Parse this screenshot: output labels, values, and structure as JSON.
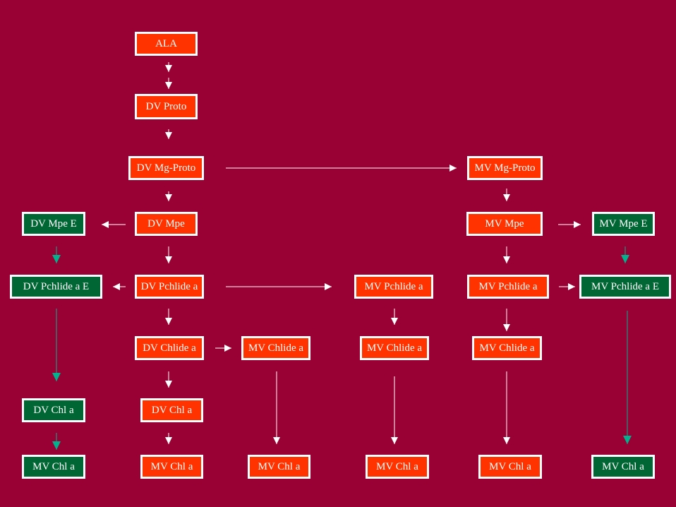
{
  "colors": {
    "background": "#990033",
    "orange_node": "#ff3300",
    "green_node": "#006633",
    "border": "#ffffff",
    "arrow_white": "#ffffff",
    "arrow_green": "#00b38f"
  },
  "nodes": {
    "ala": "ALA",
    "dv_proto": "DV Proto",
    "dv_mg_proto": "DV Mg-Proto",
    "mv_mg_proto": "MV Mg-Proto",
    "dv_mpe_e": "DV Mpe E",
    "dv_mpe": "DV Mpe",
    "mv_mpe": "MV Mpe",
    "mv_mpe_e": "MV Mpe E",
    "dv_pchlide_a_e": "DV Pchlide a E",
    "dv_pchlide_a": "DV Pchlide a",
    "mv_pchlide_a_1": "MV Pchlide a",
    "mv_pchlide_a_2": "MV Pchlide a",
    "mv_pchlide_a_e": "MV Pchlide a E",
    "dv_chlide_a": "DV Chlide a",
    "mv_chlide_a_1": "MV Chlide a",
    "mv_chlide_a_2": "MV Chlide a",
    "mv_chlide_a_3": "MV Chlide a",
    "dv_chl_a_green": "DV Chl  a",
    "dv_chl_a": "DV Chl  a",
    "mv_chl_a_1": "MV Chl  a",
    "mv_chl_a_2": "MV Chl  a",
    "mv_chl_a_3": "MV Chl  a",
    "mv_chl_a_4": "MV Chl  a",
    "mv_chl_a_5": "MV Chl  a",
    "mv_chl_a_6": "MV Chl  a"
  }
}
